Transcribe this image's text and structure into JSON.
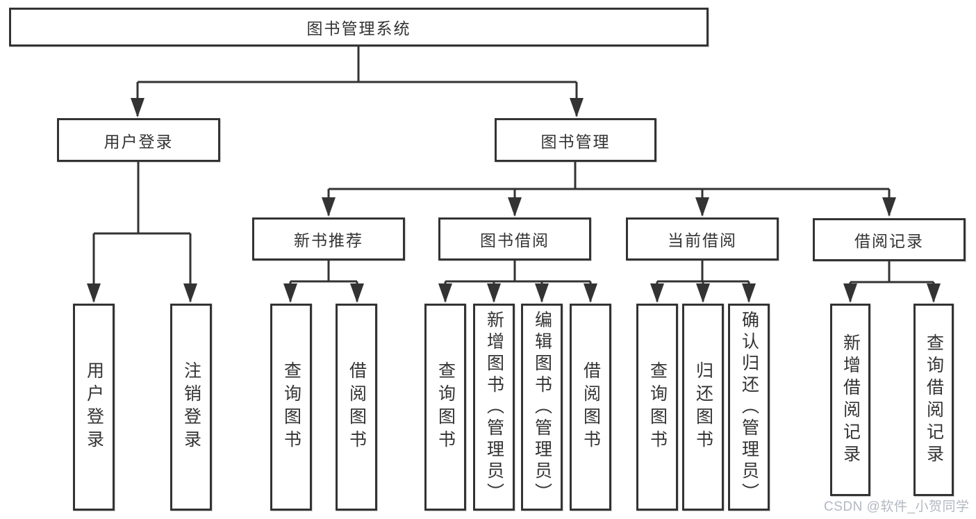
{
  "diagram": {
    "root": {
      "label": "图书管理系统"
    },
    "level2": [
      {
        "label": "用户登录"
      },
      {
        "label": "图书管理"
      }
    ],
    "level3": [
      {
        "label": "新书推荐"
      },
      {
        "label": "图书借阅"
      },
      {
        "label": "当前借阅"
      },
      {
        "label": "借阅记录"
      }
    ],
    "leaves": {
      "user_login": [
        "用户登录",
        "注销登录"
      ],
      "new_book": [
        "查询图书",
        "借阅图书"
      ],
      "book_borrow": [
        "查询图书",
        "新增图书（管理员）",
        "编辑图书（管理员）",
        "借阅图书"
      ],
      "current_borrow": [
        "查询图书",
        "归还图书",
        "确认归还（管理员）"
      ],
      "borrow_record": [
        "新增借阅记录",
        "查询借阅记录"
      ]
    },
    "watermark": "CSDN @软件_小贺同学",
    "colors": {
      "line": "#333333",
      "box_border": "#333333",
      "text": "#333333",
      "background": "#ffffff",
      "watermark": "#b2b8c1"
    }
  }
}
